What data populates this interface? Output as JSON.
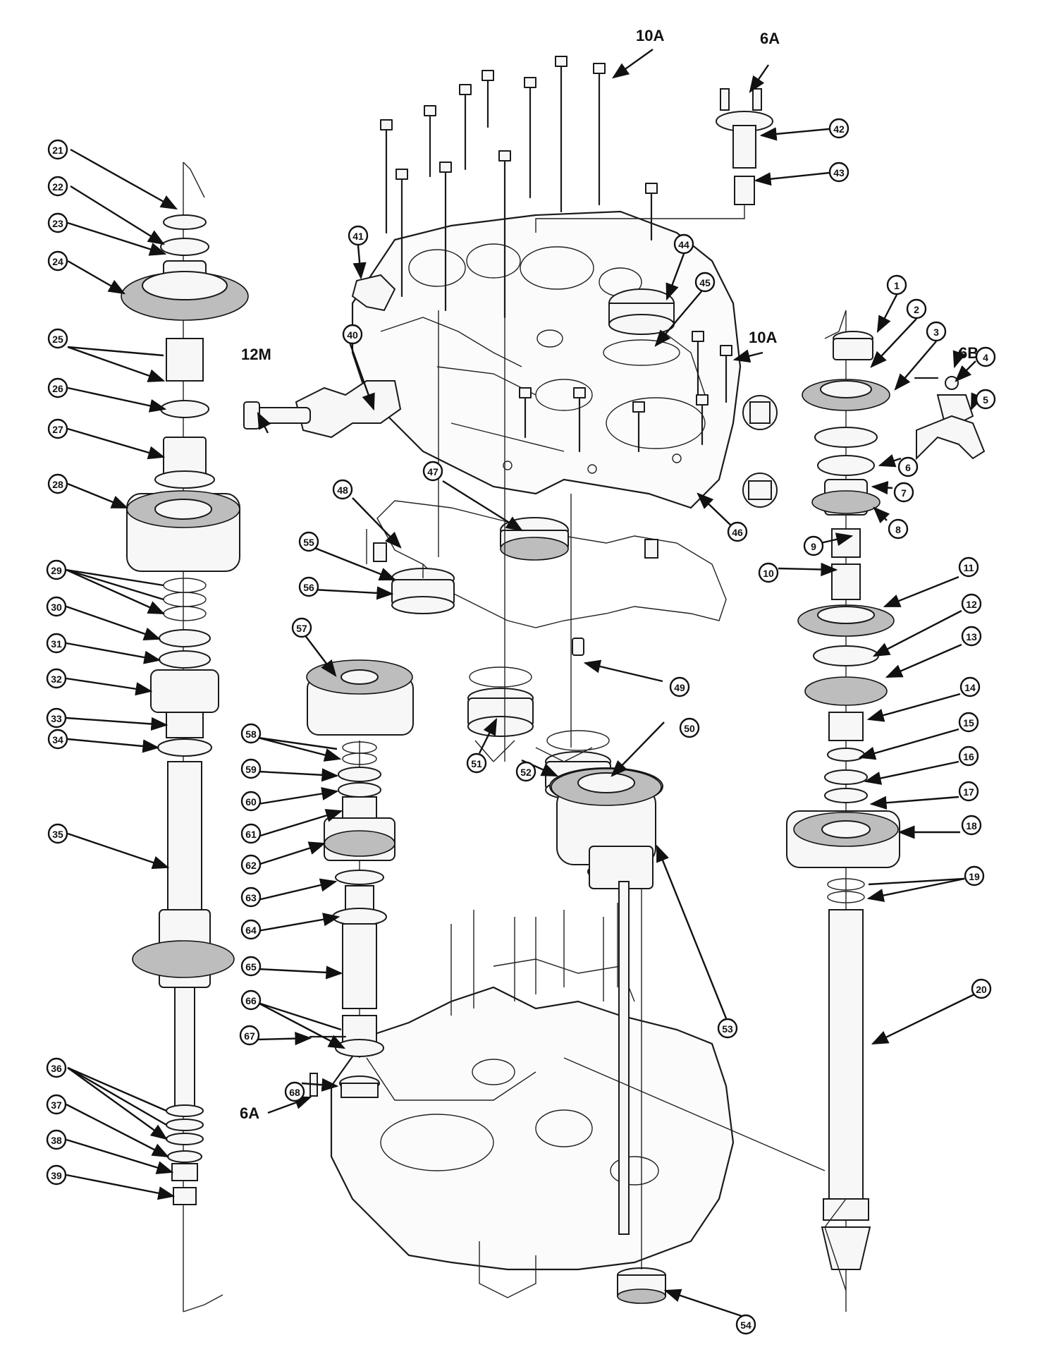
{
  "diagram": {
    "torque_labels": [
      "10A",
      "6A",
      "10A",
      "6B",
      "12M",
      "6A"
    ],
    "callouts": [
      "1",
      "2",
      "3",
      "4",
      "5",
      "6",
      "7",
      "8",
      "9",
      "10",
      "11",
      "12",
      "13",
      "14",
      "15",
      "16",
      "17",
      "18",
      "19",
      "20",
      "21",
      "22",
      "23",
      "24",
      "25",
      "26",
      "27",
      "28",
      "29",
      "30",
      "31",
      "32",
      "33",
      "34",
      "35",
      "36",
      "37",
      "38",
      "39",
      "40",
      "41",
      "42",
      "43",
      "44",
      "45",
      "46",
      "47",
      "48",
      "49",
      "50",
      "51",
      "52",
      "53",
      "54",
      "55",
      "56",
      "57",
      "58",
      "59",
      "60",
      "61",
      "62",
      "63",
      "64",
      "65",
      "66",
      "67",
      "68"
    ]
  }
}
